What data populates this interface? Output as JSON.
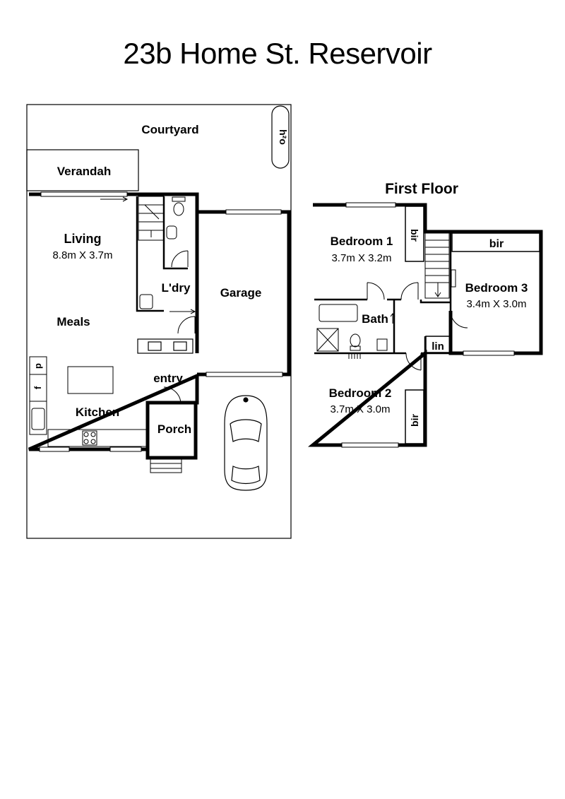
{
  "title": "23b Home St. Reservoir",
  "ground_floor": {
    "courtyard": "Courtyard",
    "hot_water": "h²o",
    "verandah": "Verandah",
    "living": {
      "name": "Living",
      "dims": "8.8m X 3.7m"
    },
    "meals": "Meals",
    "laundry": "L'dry",
    "garage": "Garage",
    "entry": "entry",
    "kitchen": "Kitchen",
    "porch": "Porch",
    "pantry": "p",
    "fridge": "f"
  },
  "first_floor": {
    "heading": "First Floor",
    "bedroom1": {
      "name": "Bedroom 1",
      "dims": "3.7m X 3.2m"
    },
    "bedroom2": {
      "name": "Bedroom 2",
      "dims": "3.7m X 3.0m"
    },
    "bedroom3": {
      "name": "Bedroom 3",
      "dims": "3.4m X 3.0m"
    },
    "bath": "Bath",
    "linen": "lin",
    "bir_bed1": "bir",
    "bir_bed2": "bir",
    "bir_bed3": "bir"
  }
}
